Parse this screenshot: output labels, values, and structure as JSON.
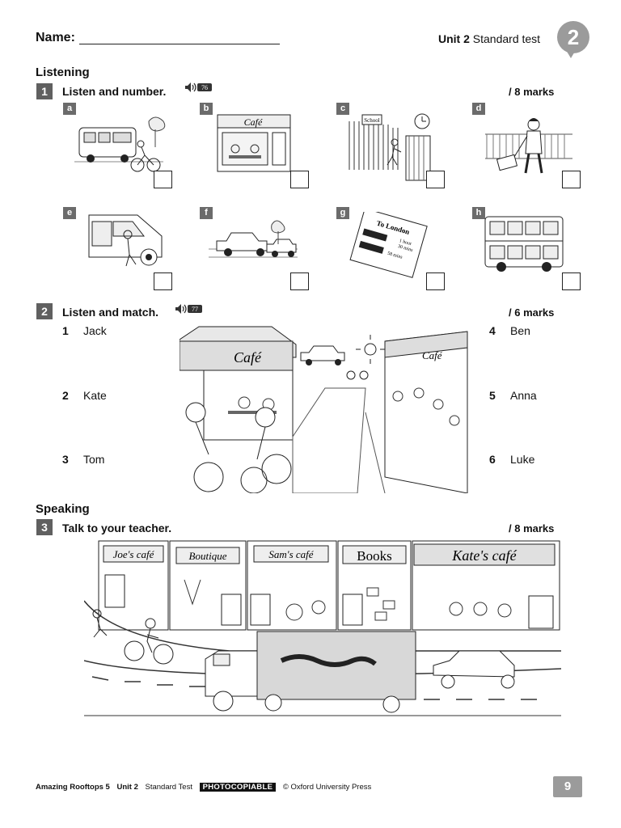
{
  "header": {
    "name_label": "Name:",
    "unit_bold": "Unit 2",
    "unit_rest": " Standard test",
    "unit_badge": "2"
  },
  "listening": {
    "heading": "Listening",
    "ex1": {
      "number": "1",
      "title": "Listen and number.",
      "audio_track": "76",
      "marks": "/ 8 marks",
      "letters": [
        "a",
        "b",
        "c",
        "d",
        "e",
        "f",
        "g",
        "h"
      ],
      "picture_texts": {
        "cafe": "Café",
        "school": "School",
        "ticket_title": "To London",
        "ticket_line1": "1 hour",
        "ticket_line2": "30 mins",
        "ticket_line3": "58 mins"
      }
    },
    "ex2": {
      "number": "2",
      "title": "Listen and match.",
      "audio_track": "77",
      "marks": "/ 6 marks",
      "names_left": [
        {
          "n": "1",
          "name": "Jack"
        },
        {
          "n": "2",
          "name": "Kate"
        },
        {
          "n": "3",
          "name": "Tom"
        }
      ],
      "names_right": [
        {
          "n": "4",
          "name": "Ben"
        },
        {
          "n": "5",
          "name": "Anna"
        },
        {
          "n": "6",
          "name": "Luke"
        }
      ],
      "sign_left": "Café",
      "sign_right": "Café"
    }
  },
  "speaking": {
    "heading": "Speaking",
    "ex3": {
      "number": "3",
      "title": "Talk to your teacher.",
      "marks": "/ 8 marks",
      "shop_signs": [
        "Joe's café",
        "Boutique",
        "Sam's café",
        "Books",
        "Kate's café"
      ]
    }
  },
  "footer": {
    "book": "Amazing Rooftops 5",
    "unit": "Unit 2",
    "test": "Standard Test",
    "photocopiable": "PHOTOCOPIABLE",
    "publisher": "© Oxford University Press",
    "page": "9"
  }
}
